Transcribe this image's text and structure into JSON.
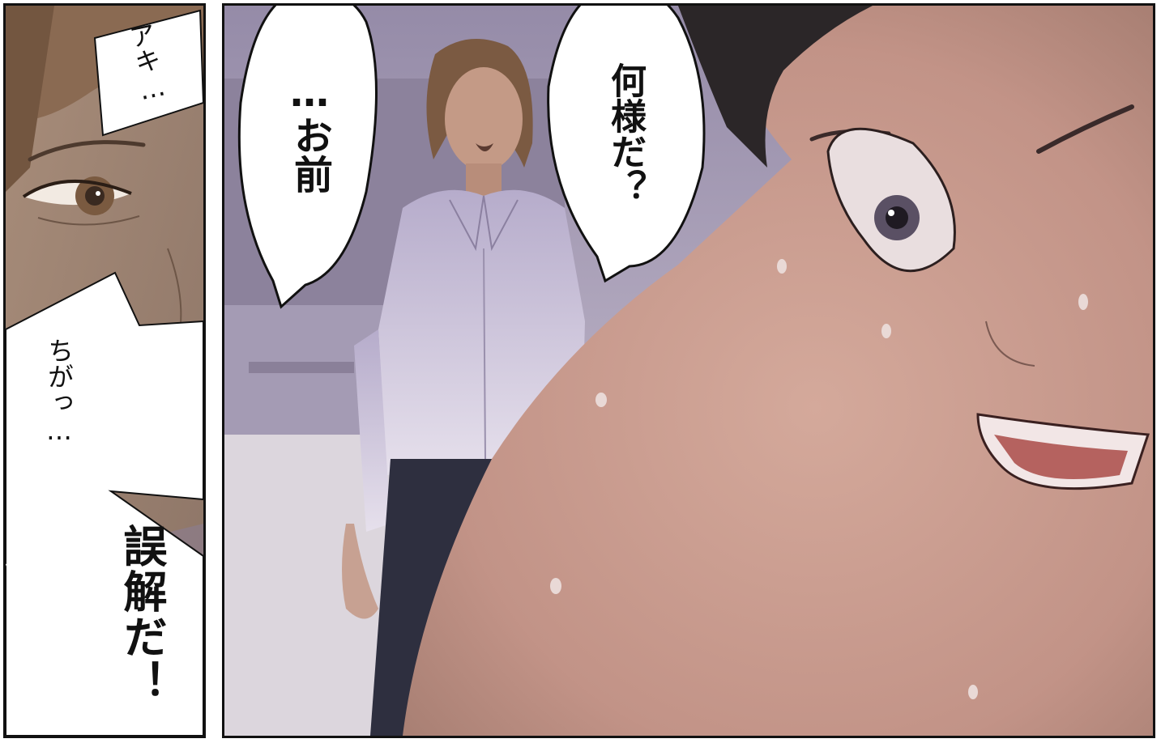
{
  "panels": {
    "left": {
      "bubbles": {
        "aki": "アキ…",
        "chigatsu": "ちがっ…",
        "gokai": "誤解だ！"
      }
    },
    "right": {
      "bubbles": {
        "omae": "…お前",
        "nanisama": "何様だ？"
      }
    }
  }
}
